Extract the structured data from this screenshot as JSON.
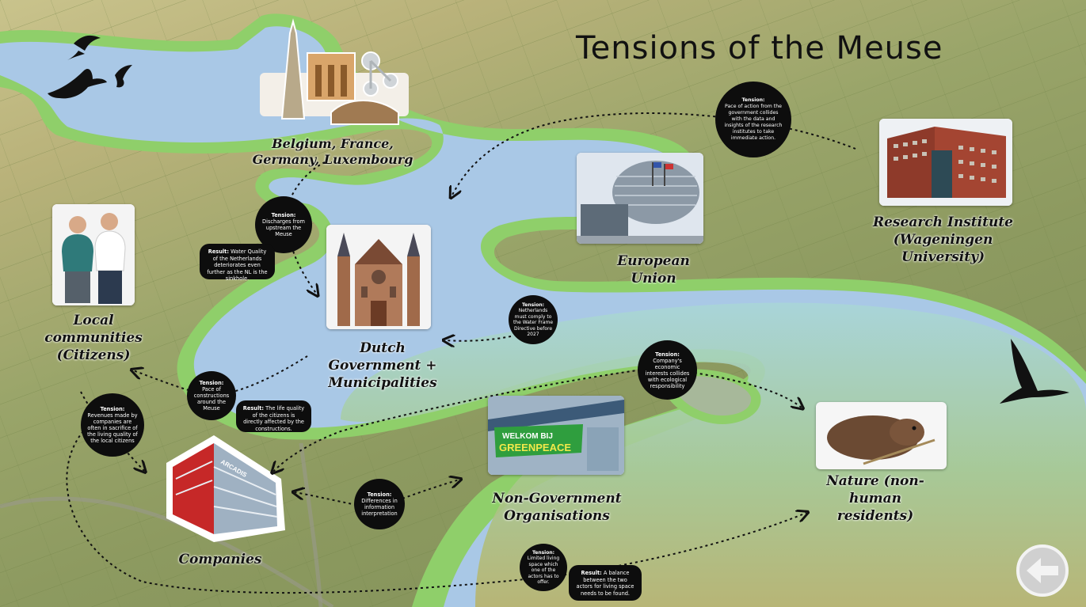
{
  "title": "Tensions of the Meuse",
  "colors": {
    "river": "#a9c8e6",
    "bank": "#8fcf6a",
    "lake": "#9fd0c0",
    "bubble": "#0d0d0d"
  },
  "actors": {
    "upstream": "Belgium, France,\nGermany, Luxembourg",
    "eu": "European\nUnion",
    "research": "Research Institute\n(Wageningen\nUniversity)",
    "citizens": "Local\ncommunities\n(Citizens)",
    "government": "Dutch\nGovernment +\nMunicipalities",
    "ngo": "Non-Government\nOrganisations",
    "companies": "Companies",
    "nature": "Nature (non-\nhuman\nresidents)"
  },
  "tensions": {
    "label": "Tension:",
    "result_label": "Result:",
    "t1": "Pace of action from the government collides with the data and insights of the research institutes to take immediate action.",
    "t2": "Discharges from upstream the Meuse",
    "r2": "Water Quality of the Netherlands deteriorates even further as the NL is the sinkhole.",
    "t3": "Netherlands must comply to the Water Frame Directive before 2027",
    "t4": "Company's economic interests collides with ecological responsibility",
    "t5": "Pace of constructions around the Meuse",
    "r5": "The life quality of the citizens is directly affected by the constructions.",
    "t6": "Revenues made by companies are often in sacrifice of the living quality of the local citizens",
    "t7": "Differences in information interpretation",
    "t8": "Limited living space which one of the actors has to offer.",
    "r8": "A balance between the two actors for living space needs to be found."
  },
  "photo_text": {
    "greenpeace_banner": "WELKOM BIJ GREENPEACE",
    "company_sign": "ARCADIS"
  },
  "icons": [
    "bird-icon",
    "back-arrow-icon"
  ]
}
